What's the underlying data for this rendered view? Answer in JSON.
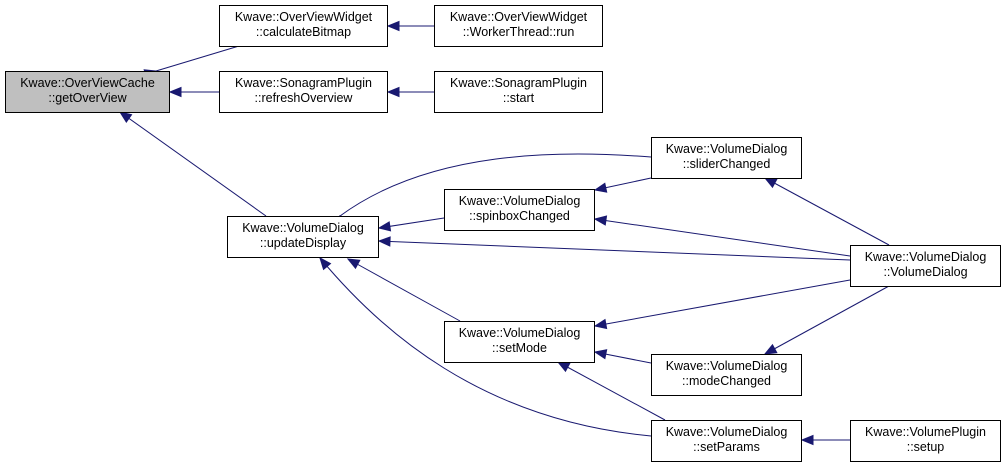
{
  "colors": {
    "node_fill": "#ffffff",
    "focus_fill": "#bfbfbf",
    "node_border": "#000000",
    "edge": "#191970"
  },
  "nodes": [
    {
      "id": "getOverView",
      "lines": [
        "Kwave::OverViewCache",
        "::getOverView"
      ],
      "focus": true
    },
    {
      "id": "calculateBitmap",
      "lines": [
        "Kwave::OverViewWidget",
        "::calculateBitmap"
      ]
    },
    {
      "id": "workerRun",
      "lines": [
        "Kwave::OverViewWidget",
        "::WorkerThread::run"
      ]
    },
    {
      "id": "refreshOverview",
      "lines": [
        "Kwave::SonagramPlugin",
        "::refreshOverview"
      ]
    },
    {
      "id": "sonagramStart",
      "lines": [
        "Kwave::SonagramPlugin",
        "::start"
      ]
    },
    {
      "id": "updateDisplay",
      "lines": [
        "Kwave::VolumeDialog",
        "::updateDisplay"
      ]
    },
    {
      "id": "spinboxChanged",
      "lines": [
        "Kwave::VolumeDialog",
        "::spinboxChanged"
      ]
    },
    {
      "id": "sliderChanged",
      "lines": [
        "Kwave::VolumeDialog",
        "::sliderChanged"
      ]
    },
    {
      "id": "volumeDialogCtor",
      "lines": [
        "Kwave::VolumeDialog",
        "::VolumeDialog"
      ]
    },
    {
      "id": "setMode",
      "lines": [
        "Kwave::VolumeDialog",
        "::setMode"
      ]
    },
    {
      "id": "modeChanged",
      "lines": [
        "Kwave::VolumeDialog",
        "::modeChanged"
      ]
    },
    {
      "id": "setParams",
      "lines": [
        "Kwave::VolumeDialog",
        "::setParams"
      ]
    },
    {
      "id": "pluginSetup",
      "lines": [
        "Kwave::VolumePlugin",
        "::setup"
      ]
    }
  ],
  "edges": [
    {
      "from": "calculateBitmap",
      "to": "getOverView"
    },
    {
      "from": "refreshOverview",
      "to": "getOverView"
    },
    {
      "from": "updateDisplay",
      "to": "getOverView"
    },
    {
      "from": "workerRun",
      "to": "calculateBitmap"
    },
    {
      "from": "sonagramStart",
      "to": "refreshOverview"
    },
    {
      "from": "spinboxChanged",
      "to": "updateDisplay"
    },
    {
      "from": "sliderChanged",
      "to": "updateDisplay"
    },
    {
      "from": "volumeDialogCtor",
      "to": "updateDisplay"
    },
    {
      "from": "setMode",
      "to": "updateDisplay"
    },
    {
      "from": "setParams",
      "to": "updateDisplay"
    },
    {
      "from": "sliderChanged",
      "to": "spinboxChanged"
    },
    {
      "from": "volumeDialogCtor",
      "to": "spinboxChanged"
    },
    {
      "from": "volumeDialogCtor",
      "to": "sliderChanged"
    },
    {
      "from": "volumeDialogCtor",
      "to": "setMode"
    },
    {
      "from": "volumeDialogCtor",
      "to": "modeChanged"
    },
    {
      "from": "modeChanged",
      "to": "setMode"
    },
    {
      "from": "setParams",
      "to": "setMode"
    },
    {
      "from": "pluginSetup",
      "to": "setParams"
    }
  ]
}
